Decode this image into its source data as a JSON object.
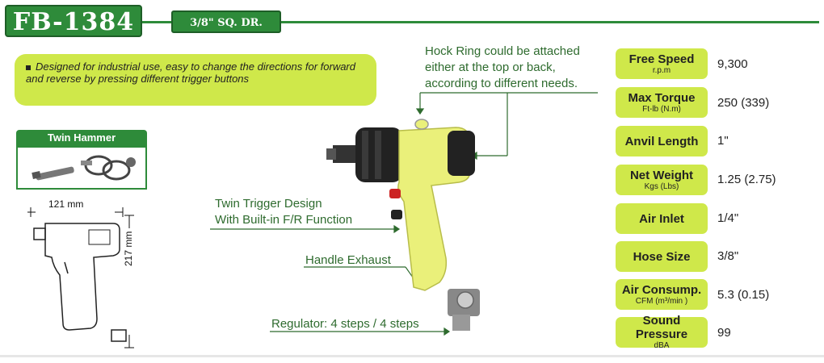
{
  "header": {
    "model": "FB-1384",
    "drive": "3/8\" SQ. DR."
  },
  "feature": {
    "text": "Designed for industrial use, easy to change the directions for forward and reverse by pressing different trigger buttons"
  },
  "twin_hammer": {
    "label": "Twin Hammer"
  },
  "dimensions": {
    "length": "121 mm",
    "height": "217 mm"
  },
  "callouts": {
    "hock_ring": [
      "Hock Ring could be attached",
      "either at the top or back,",
      "according to different needs."
    ],
    "twin_trigger": [
      "Twin Trigger Design",
      "With Built-in F/R Function"
    ],
    "handle_exhaust": "Handle Exhaust",
    "regulator": "Regulator: 4 steps / 4 steps"
  },
  "specs": [
    {
      "label": "Free Speed",
      "unit": "r.p.m",
      "value": "9,300"
    },
    {
      "label": "Max Torque",
      "unit": "Ft-lb (N.m)",
      "value": "250 (339)"
    },
    {
      "label": "Anvil Length",
      "unit": "",
      "value": "1\""
    },
    {
      "label": "Net Weight",
      "unit": "Kgs (Lbs)",
      "value": "1.25 (2.75)"
    },
    {
      "label": "Air Inlet",
      "unit": "",
      "value": "1/4\""
    },
    {
      "label": "Hose Size",
      "unit": "",
      "value": "3/8\""
    },
    {
      "label": "Air Consump.",
      "unit": "CFM (m³/min )",
      "value": "5.3 (0.15)"
    },
    {
      "label": "Sound Pressure",
      "unit": "dBA",
      "value": "99"
    }
  ],
  "colors": {
    "brand_green": "#2e8b3a",
    "label_lime": "#cfe84a",
    "tool_yellow": "#eaf07a"
  }
}
